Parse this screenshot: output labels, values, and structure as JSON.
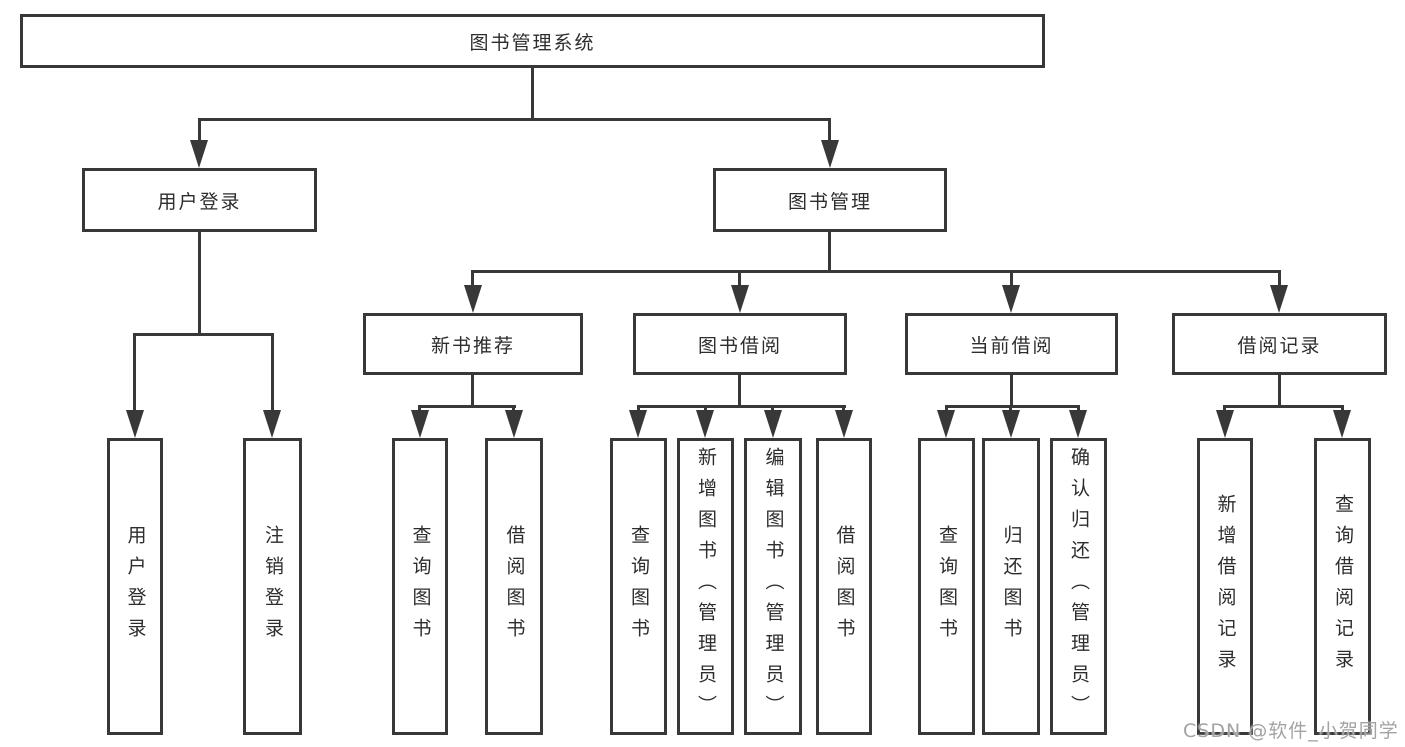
{
  "diagram": {
    "title_node": "图书管理系统",
    "level2": {
      "user_login": "用户登录",
      "book_mgmt": "图书管理"
    },
    "level3": {
      "new_books": "新书推荐",
      "book_borrow": "图书借阅",
      "current_borrow": "当前借阅",
      "borrow_records": "借阅记录"
    },
    "leaves": {
      "user_login": [
        "用户登录",
        "注销登录"
      ],
      "new_books": [
        "查询图书",
        "借阅图书"
      ],
      "book_borrow": [
        "查询图书",
        "新增图书（管理员）",
        "编辑图书（管理员）",
        "借阅图书"
      ],
      "current_borrow": [
        "查询图书",
        "归还图书",
        "确认归还（管理员）"
      ],
      "borrow_records": [
        "新增借阅记录",
        "查询借阅记录"
      ]
    },
    "watermark": "CSDN @软件_小贺同学",
    "colors": {
      "line": "#383838",
      "text": "#2d2d2d",
      "background": "#ffffff",
      "watermark": "#a3a3a3"
    }
  }
}
